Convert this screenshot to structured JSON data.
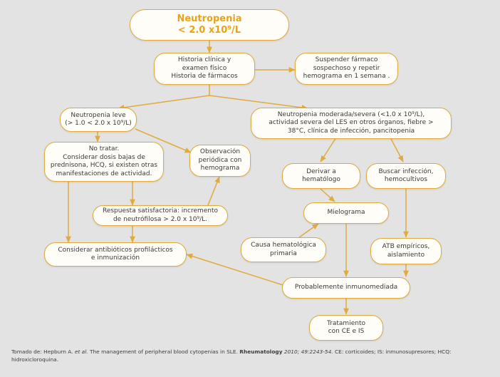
{
  "diagram": {
    "type": "flowchart",
    "title": "Neutropenia",
    "accent_color": "#e0ab3c",
    "title_color": "#e8a317",
    "background_color": "#e3e3e3",
    "node_fill": "#fffdf7",
    "nodes": [
      {
        "id": "neutropenia",
        "line1": "Neutropenia",
        "line2": "< 2.0 x10⁹/L"
      },
      {
        "id": "historia",
        "line1": "Historia clínica y",
        "line2": "examen físico",
        "line3": "Historia de fármacos"
      },
      {
        "id": "suspender",
        "line1": "Suspender fármaco",
        "line2": "sospechoso y repetir",
        "line3": "hemograma en 1 semana ."
      },
      {
        "id": "leve",
        "line1": "Neutropenia leve",
        "line2": "(> 1.0 < 2.0 x 10⁹/L)"
      },
      {
        "id": "moderada",
        "line1": "Neutropenia moderada/severa (<1.0 x 10⁹/L),",
        "line2": "actividad severa del LES  en otros órganos, fiebre >",
        "line3": "38°C, clínica de infección, pancitopenia"
      },
      {
        "id": "notratar",
        "line1": "No tratar.",
        "line2": "Considerar dosis bajas de",
        "line3": "prednisona, HCQ, si existen otras",
        "line4": "manifestaciones de actividad."
      },
      {
        "id": "observacion",
        "line1": "Observación",
        "line2": "periódica con",
        "line3": "hemograma"
      },
      {
        "id": "derivar",
        "line1": "Derivar a",
        "line2": "hematólogo"
      },
      {
        "id": "buscar",
        "line1": "Buscar infección,",
        "line2": "hemocultivos"
      },
      {
        "id": "respuesta",
        "line1": "Respuesta satisfactoria: incremento",
        "line2": "de neutrófilosa > 2.0 x 10⁹/L."
      },
      {
        "id": "mielograma",
        "line1": "Mielograma"
      },
      {
        "id": "causa",
        "line1": "Causa hematológica",
        "line2": "primaria"
      },
      {
        "id": "atb",
        "line1": "ATB empíricos,",
        "line2": "aislamiento"
      },
      {
        "id": "considerar",
        "line1": "Considerar antibióticos profilácticos",
        "line2": "e inmunización"
      },
      {
        "id": "probablemente",
        "line1": "Probablemente inmunomediada"
      },
      {
        "id": "tratamiento",
        "line1": "Tratamiento",
        "line2": "con CE e IS"
      }
    ],
    "edges": [
      {
        "from": "neutropenia",
        "to": "historia"
      },
      {
        "from": "historia",
        "to": "suspender"
      },
      {
        "from": "historia",
        "to": "leve"
      },
      {
        "from": "historia",
        "to": "moderada"
      },
      {
        "from": "leve",
        "to": "notratar"
      },
      {
        "from": "leve",
        "to": "observacion"
      },
      {
        "from": "moderada",
        "to": "derivar"
      },
      {
        "from": "moderada",
        "to": "buscar"
      },
      {
        "from": "notratar",
        "to": "considerar"
      },
      {
        "from": "notratar",
        "to": "respuesta"
      },
      {
        "from": "respuesta",
        "to": "observacion"
      },
      {
        "from": "respuesta",
        "to": "considerar"
      },
      {
        "from": "derivar",
        "to": "mielograma"
      },
      {
        "from": "buscar",
        "to": "atb"
      },
      {
        "from": "causa",
        "to": "mielograma"
      },
      {
        "from": "mielograma",
        "to": "probablemente"
      },
      {
        "from": "atb",
        "to": "probablemente"
      },
      {
        "from": "probablemente",
        "to": "considerar"
      },
      {
        "from": "probablemente",
        "to": "tratamiento"
      }
    ]
  },
  "footer": {
    "part1": "Tomado de: Hepburn A. ",
    "italic1": "et al.",
    "part2": " The management of peripheral blood cytopenias in SLE. ",
    "bold1": "Rheumatology",
    "italic2": " 2010; 49:2243-54.",
    "part3": " CE: corticoides; IS: inmunosupresores; HCQ: hidroxicloroquina."
  }
}
